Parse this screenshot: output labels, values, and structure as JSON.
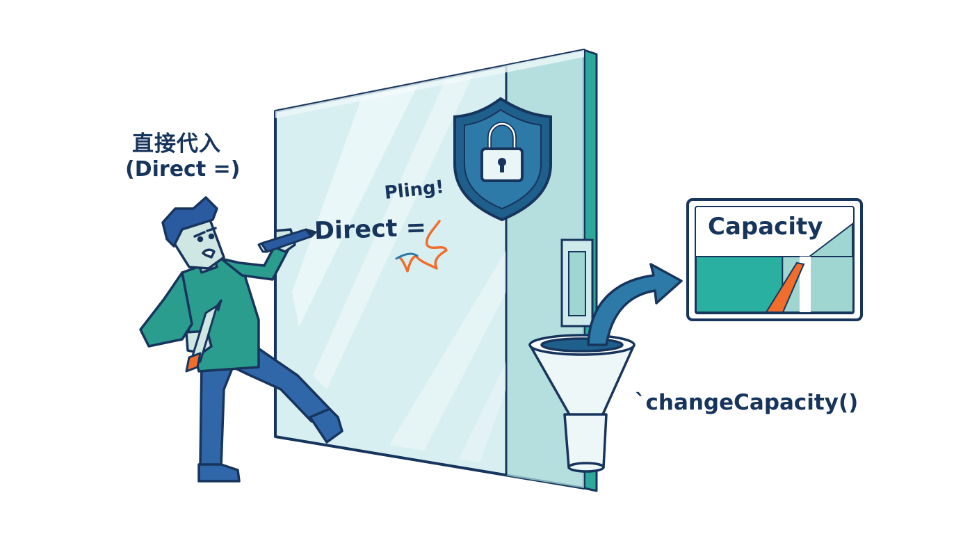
{
  "labels": {
    "direct_assignment_jp": "直接代入",
    "direct_assignment_en": "(Direct =)",
    "impact_sound": "Pling!",
    "glass_writing": "Direct =",
    "capacity_title": "Capacity",
    "method_name": "`changeCapacity()"
  },
  "capacity_gauge": {
    "fill_fraction": 0.55
  },
  "colors": {
    "outline": "#17345c",
    "glass": "#d6eef0",
    "glass_edge": "#2fa89c",
    "shield": "#2d7aa8",
    "shirt": "#2a9d8f",
    "pants": "#2f67a8",
    "skin": "#cfe7e3",
    "accent": "#f06d2b",
    "teal_fill": "#2ab0a0",
    "light_teal": "#9fd6d2"
  },
  "icons": [
    "shield-lock-icon",
    "padlock-icon",
    "arrow-icon",
    "funnel-icon",
    "pencil-icon"
  ]
}
